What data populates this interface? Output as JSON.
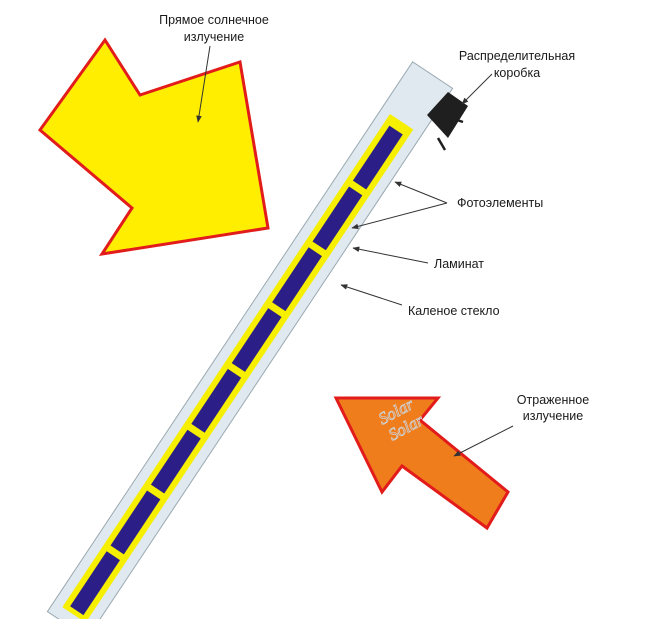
{
  "labels": {
    "direct_line1": "Прямое солнечное",
    "direct_line2": "излучение",
    "junction_line1": "Распределительная",
    "junction_line2": "коробка",
    "cells": "Фотоэлементы",
    "laminate": "Ламинат",
    "glass": "Каленое стекло",
    "reflected_line1": "Отраженное",
    "reflected_line2": "излучение"
  },
  "watermark": "Solar",
  "colors": {
    "glass": "#dfe9ef",
    "glass_edge": "#9aa8b0",
    "laminate": "#f7ef00",
    "cell": "#2b1e86",
    "junction_box": "#1f1f1f",
    "direct_arrow_fill": "#ffee00",
    "direct_arrow_stroke": "#e21b1b",
    "reflected_arrow_fill": "#f07d1c",
    "reflected_arrow_stroke": "#e21b1b",
    "leader": "#333333"
  },
  "icons": {
    "direct": "direct-sunlight-arrow-icon",
    "reflected": "reflected-light-arrow-icon",
    "junction": "junction-box-icon"
  }
}
